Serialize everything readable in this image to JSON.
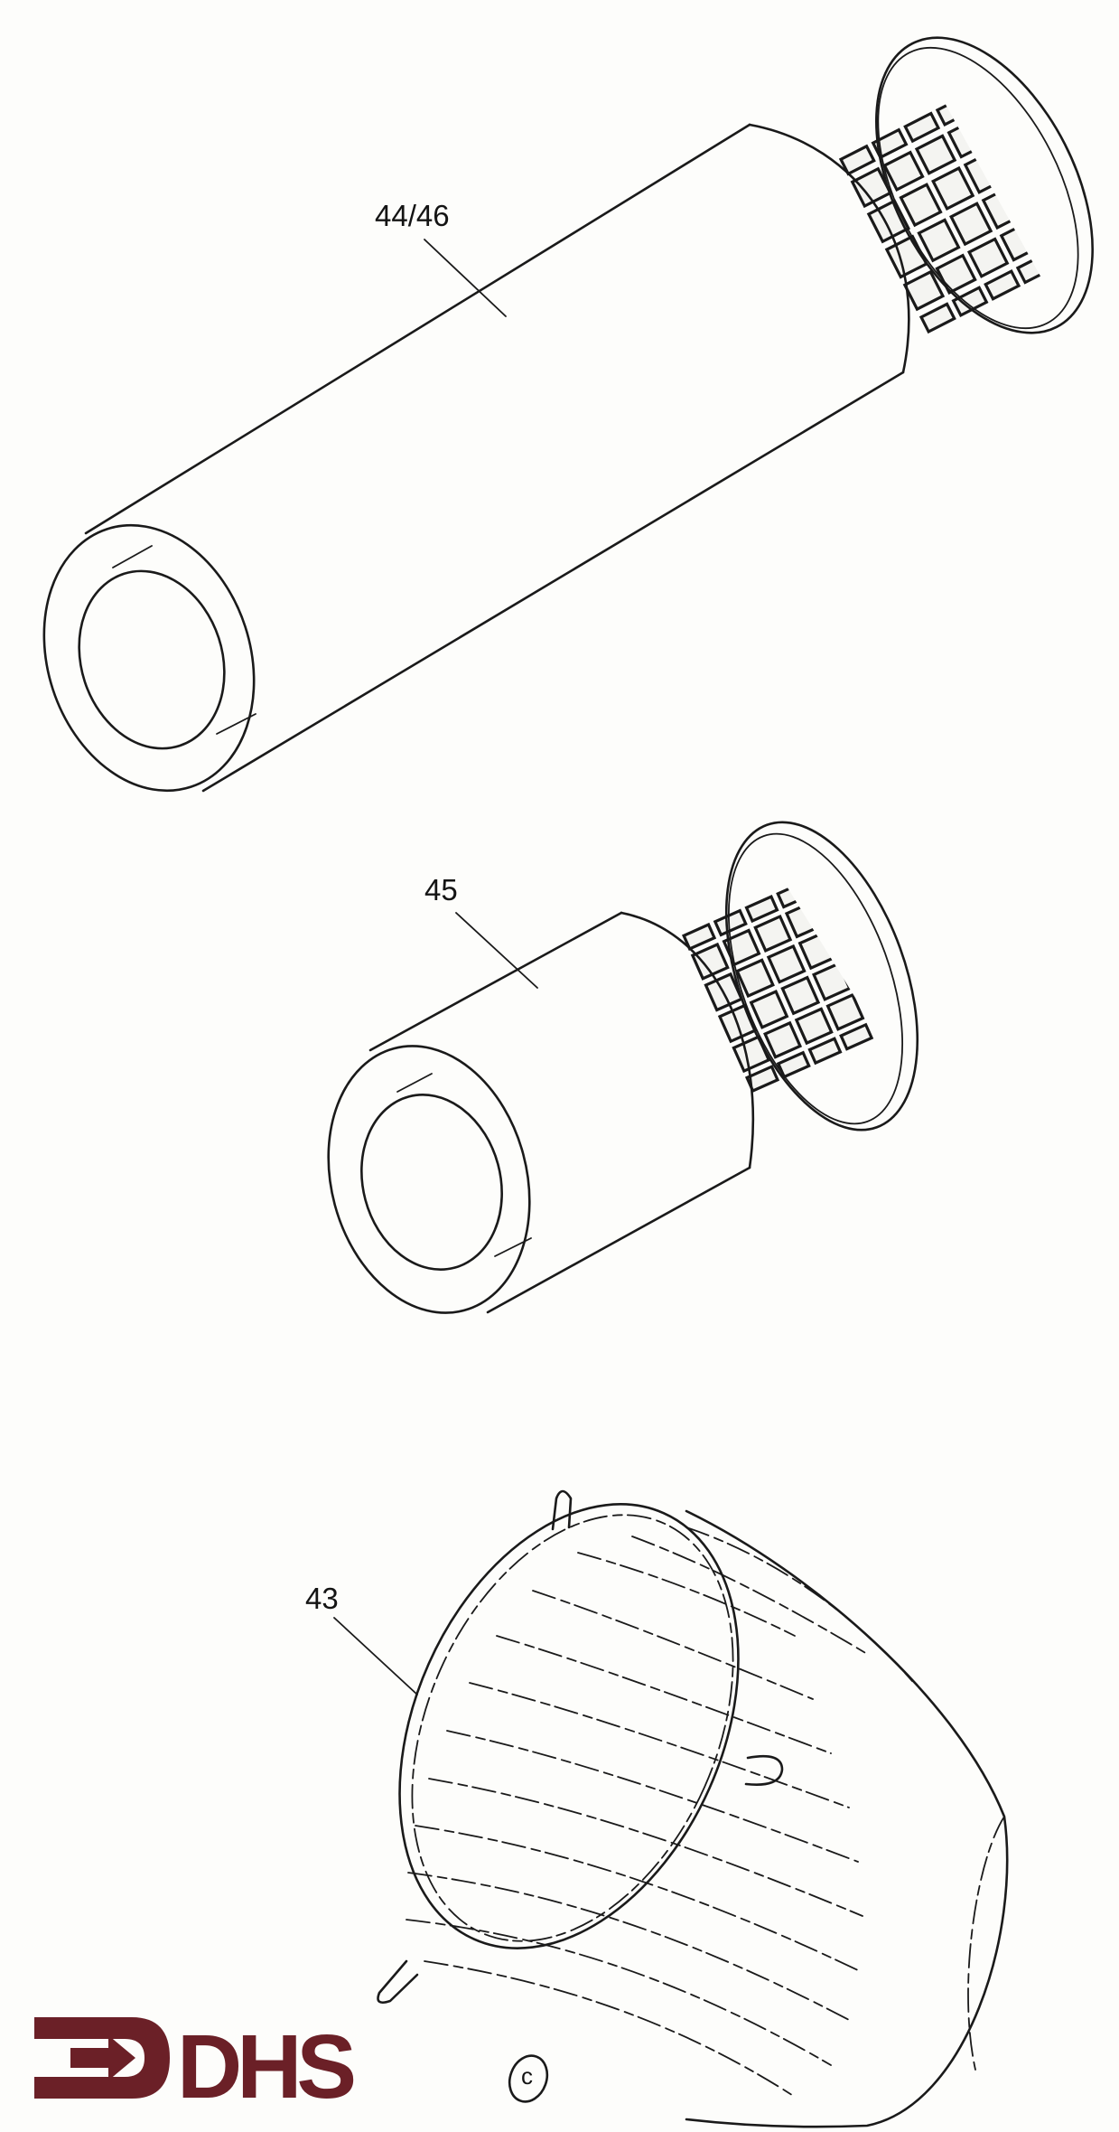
{
  "figure": {
    "callouts": [
      {
        "id": "filter-tube-long",
        "label": "44/46"
      },
      {
        "id": "filter-tube-short",
        "label": "45"
      },
      {
        "id": "strainer-basket",
        "label": "43"
      }
    ],
    "glyph": "c"
  },
  "logo": {
    "text": "DHS",
    "color": "#6b2027"
  }
}
